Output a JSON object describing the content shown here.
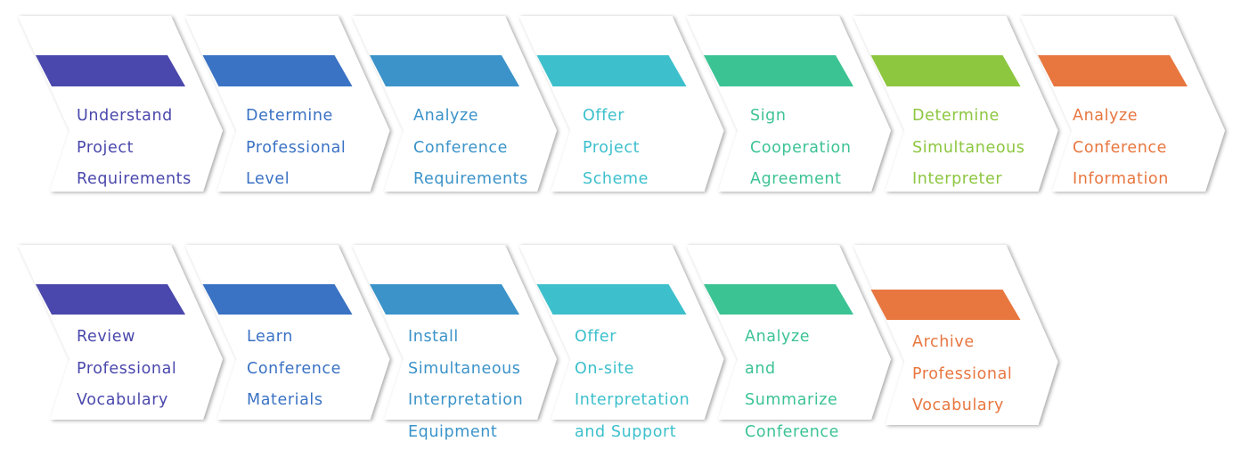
{
  "palette": [
    "#4a48ac",
    "#3a72c4",
    "#3b93c9",
    "#3dc0cc",
    "#3cc394",
    "#8dc63f",
    "#e8763f"
  ],
  "rows": [
    {
      "steps": [
        {
          "lines": [
            "Understand",
            "Project",
            "Requirements"
          ],
          "color": "#4a48ac"
        },
        {
          "lines": [
            "Determine",
            "Professional",
            "Level"
          ],
          "color": "#3a72c4"
        },
        {
          "lines": [
            "Analyze",
            "Conference",
            "Requirements"
          ],
          "color": "#3b93c9"
        },
        {
          "lines": [
            "Offer",
            "Project",
            "Scheme"
          ],
          "color": "#3dc0cc"
        },
        {
          "lines": [
            "Sign",
            "Cooperation",
            "Agreement"
          ],
          "color": "#3cc394"
        },
        {
          "lines": [
            "Determine",
            "Simultaneous",
            "Interpreter"
          ],
          "color": "#8dc63f"
        },
        {
          "lines": [
            "Analyze",
            "Conference",
            "Information"
          ],
          "color": "#e8763f"
        }
      ]
    },
    {
      "steps": [
        {
          "lines": [
            "Review",
            "Professional",
            "Vocabulary"
          ],
          "color": "#4a48ac"
        },
        {
          "lines": [
            "Learn",
            "Conference",
            "Materials"
          ],
          "color": "#3a72c4"
        },
        {
          "lines": [
            "Install",
            "Simultaneous",
            "Interpretation",
            "Equipment"
          ],
          "color": "#3b93c9"
        },
        {
          "lines": [
            "Offer",
            "On-site",
            "Interpretation",
            "and Support"
          ],
          "color": "#3dc0cc"
        },
        {
          "lines": [
            "Analyze",
            "and",
            "Summarize",
            "Conference"
          ],
          "color": "#3cc394"
        },
        {
          "lines": [
            "Archive",
            "Professional",
            "Vocabulary"
          ],
          "color": "#e8763f"
        }
      ]
    }
  ]
}
